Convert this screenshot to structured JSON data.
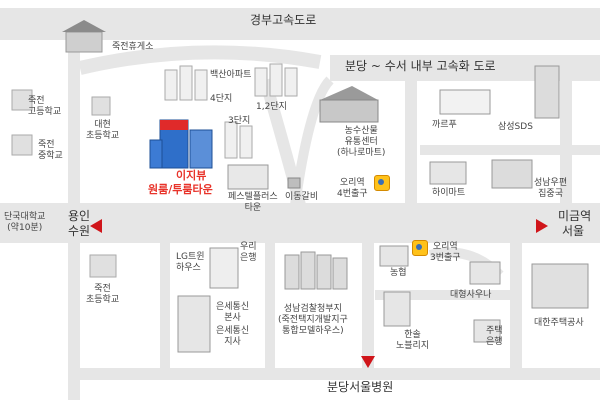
{
  "roads": {
    "gyeongbu_expressway": "경부고속도로",
    "bundang_suseo": "분당 ~ 수서 내부 고속화 도로",
    "seoul_hospital": "분당서울병원"
  },
  "directions": {
    "left_top": "용인",
    "left_bottom": "수원",
    "right_top": "미금역",
    "right_bottom": "서울"
  },
  "places": {
    "rest_area": "죽전휴게소",
    "juk_high": "죽전\n고등학교",
    "juk_mid": "죽전\n중학교",
    "daehyeon_elem": "대현\n초등학교",
    "dankook": "단국대학교\n(약10분)",
    "juk_elem": "죽전\n초등학교",
    "baeksan": "백산아파트",
    "danji4": "4단지",
    "danji12": "1,2단지",
    "danji3": "3단지",
    "ezview": "이지뷰",
    "oneroom": "원룸/투룸타운",
    "pastel": "페스텔플러스\n타운",
    "idong": "이동갈비",
    "agri_center": "농수산물\n유통센터\n(하나로마트)",
    "ori_exit4": "오리역\n4번출구",
    "kkarpu": "까르푸",
    "samsung": "삼성SDS",
    "himart": "하이마트",
    "seongnam_post": "성남우편\n집중국",
    "lg_twin": "LG트윈\n하우스",
    "woori": "우리\n은행",
    "eunse_hq": "은세통신\n본사",
    "eunse_branch": "은세통신\n지사",
    "nonghyup": "농협",
    "ori_exit3": "오리역\n3번출구",
    "daehyeong": "대형사우나",
    "prosecutor": "성남검찰청부지\n(죽전택지개발지구\n통합모델하우스)",
    "hansol": "한솔\n노블리지",
    "jutaek_bank": "주택\n은행",
    "khc": "대한주택공사"
  },
  "colors": {
    "road": "#e6e6e6",
    "arrow": "#d0151a",
    "highlight": "#e8332a",
    "building_top": "#ffffff",
    "building_side": "#c9c9c9",
    "ezview_red": "#e02a2a",
    "ezview_blue": "#2f6fc9",
    "station_yellow": "#ffc21a"
  }
}
